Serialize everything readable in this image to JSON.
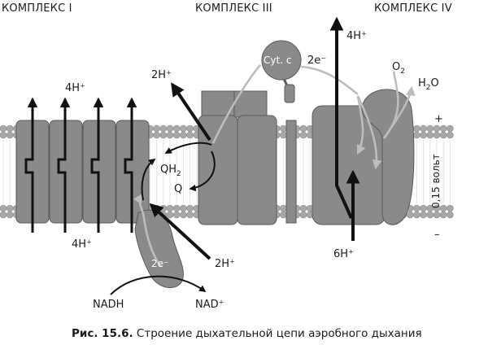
{
  "headers": {
    "complex1": "КОМПЛЕКС I",
    "complex3": "КОМПЛЕКС III",
    "complex4": "КОМПЛЕКС IV"
  },
  "labels": {
    "c1_top_4h": "4H⁺",
    "c1_bottom_4h": "4H⁺",
    "c3_2h_top": "2H⁺",
    "c3_2h_bottom": "2H⁺",
    "qh2": "QH",
    "qh2_sub": "2",
    "q": "Q",
    "cyt_c": "Cyt. c",
    "e2_top": "2e⁻",
    "e2_low": "2e⁻",
    "c4_4h": "4H⁺",
    "o2": "O",
    "o2_sub": "2",
    "h2o_h": "H",
    "h2o_sub": "2",
    "h2o_o": "O",
    "c4_6h": "6H⁺",
    "nadh": "NADH",
    "nad": "NAD⁺",
    "plus": "+",
    "minus": "–",
    "voltage": "0,15 вольт"
  },
  "caption": {
    "prefix": "Рис. 15.6.",
    "text": " Строение дыхательной цепи аэробного дыхания"
  },
  "colors": {
    "protein": "#8a8a8a",
    "protein_stroke": "#5a5a5a",
    "arrow": "#111111",
    "electron_path": "#bdbdbd",
    "lipid": "#9a9a9a"
  }
}
